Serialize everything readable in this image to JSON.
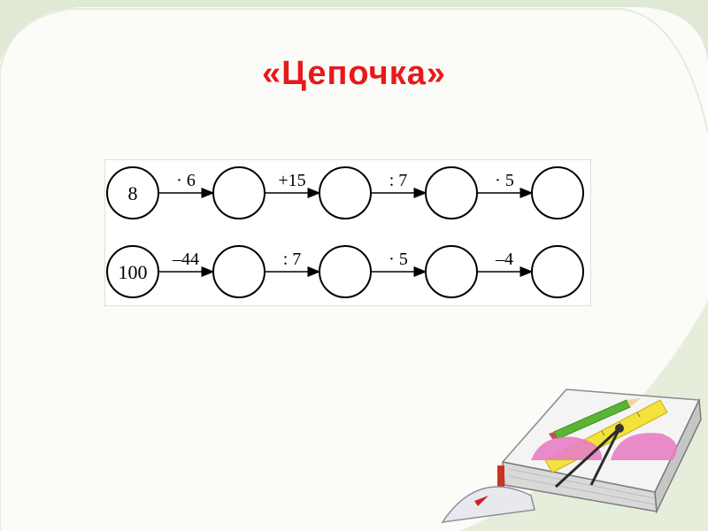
{
  "slide": {
    "title": "«Цепочка»"
  },
  "chains": [
    {
      "start": "8",
      "operations": [
        "· 6",
        "+15",
        ": 7",
        "· 5"
      ]
    },
    {
      "start": "100",
      "operations": [
        "–44",
        ": 7",
        "· 5",
        "–4"
      ]
    }
  ],
  "colors": {
    "title": "#e8191b",
    "frame_green": "#dbe8cf",
    "pencil_green": "#5ab534",
    "ruler_yellow": "#f3e23a",
    "protractor_pink": "#e77fc3"
  },
  "decor": {
    "icons": [
      "book-icon",
      "pencil-icon",
      "ruler-icon",
      "protractor-icon",
      "compass-icon"
    ]
  }
}
